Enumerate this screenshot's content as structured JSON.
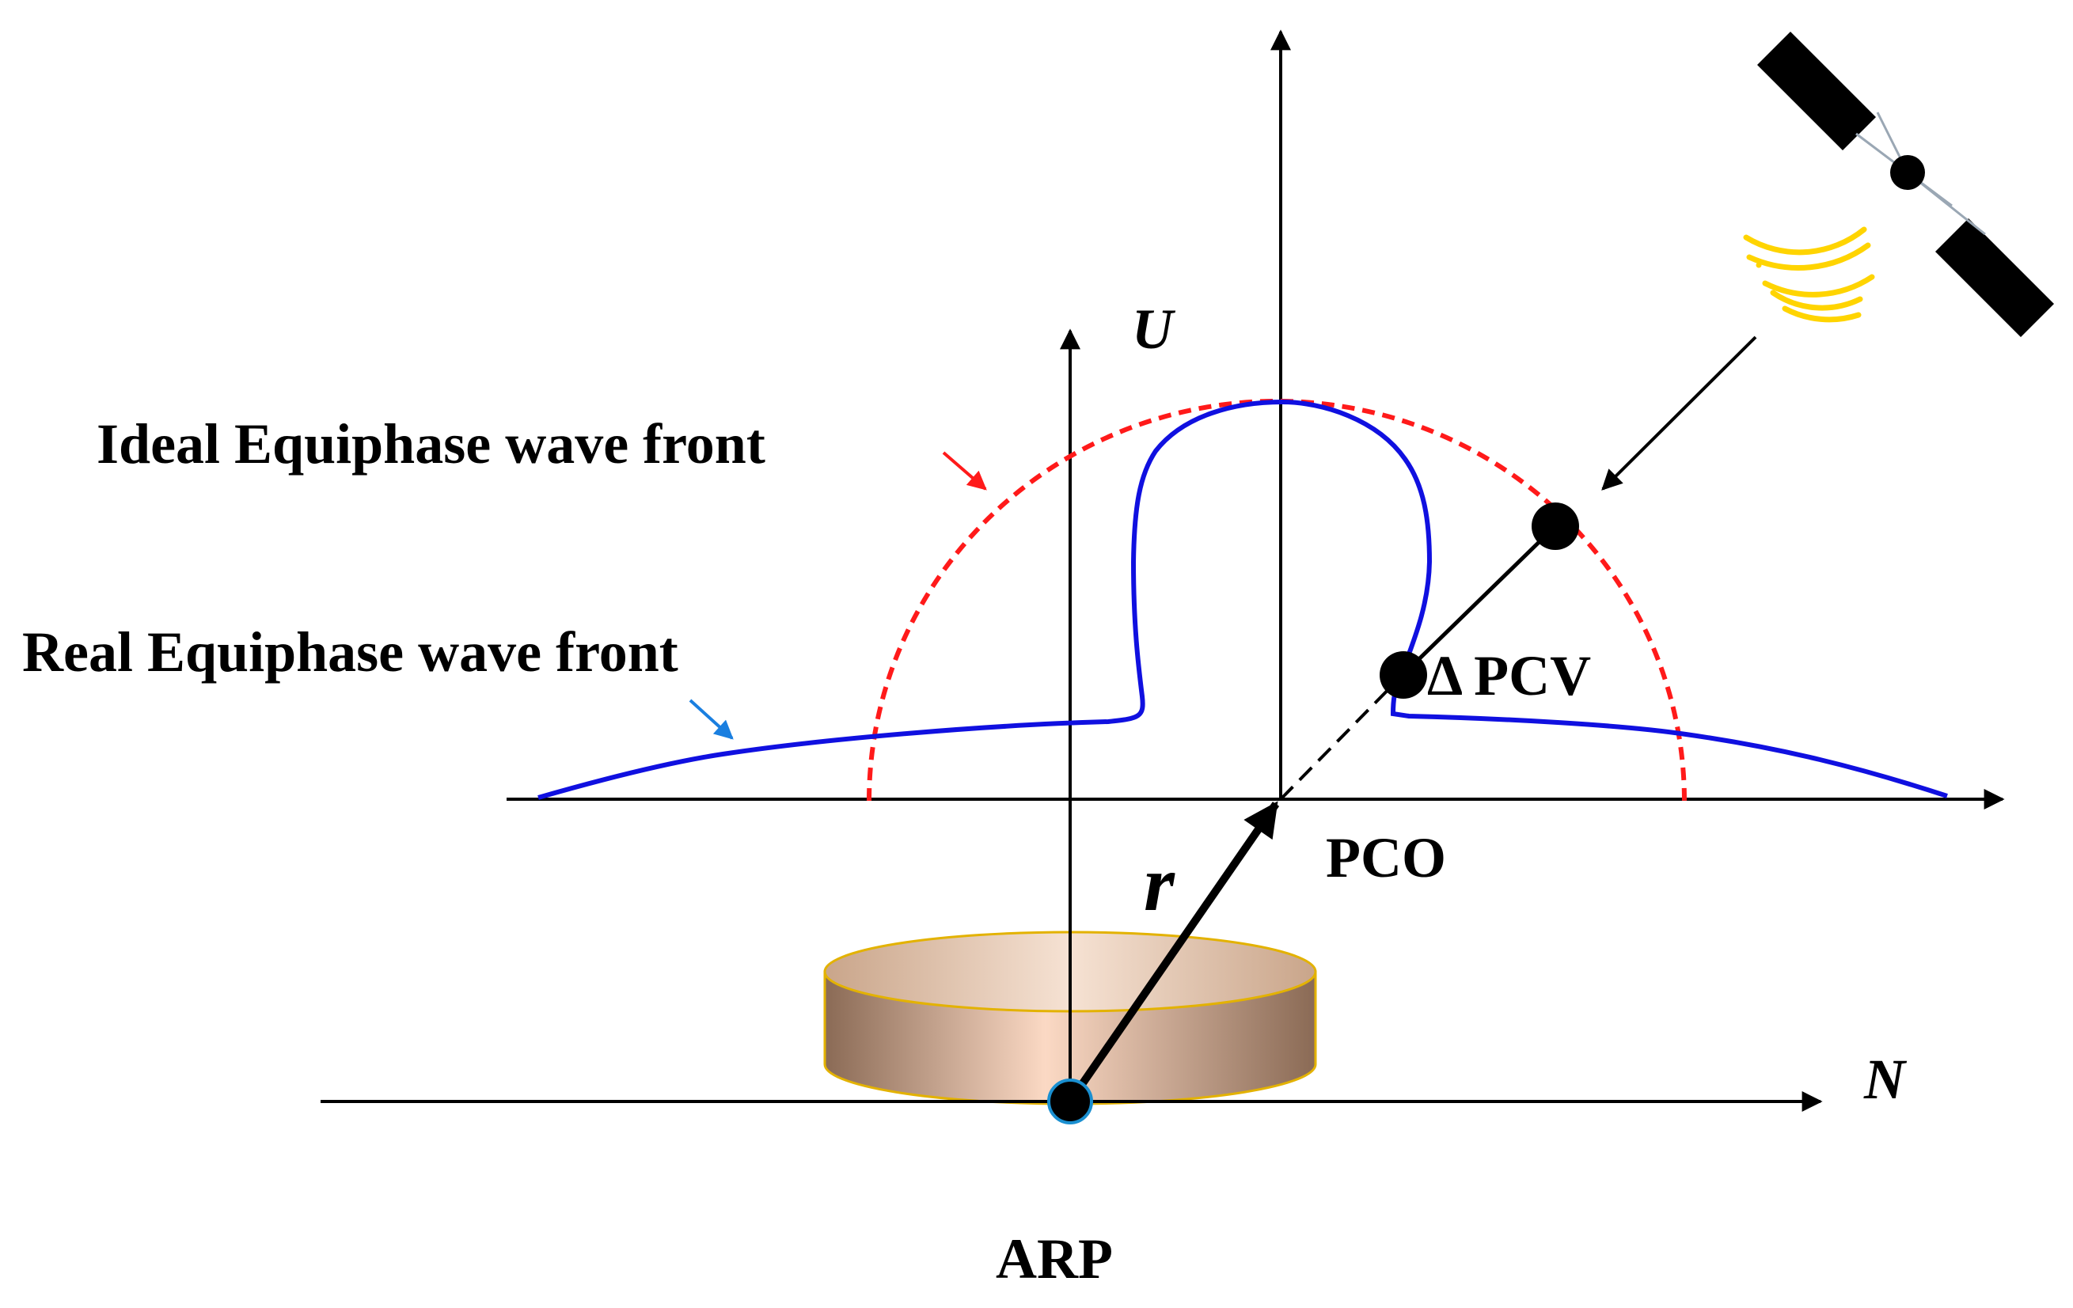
{
  "labels": {
    "ideal_front": "Ideal Equiphase wave front",
    "real_front": "Real Equiphase wave front",
    "axis_u": "U",
    "axis_n": "N",
    "vector_r": "r",
    "pco": "PCO",
    "arp": "ARP",
    "delta_pcv": "Δ PCV"
  },
  "colors": {
    "ideal_front": "#ff1a1a",
    "real_front": "#1010e0",
    "signal_waves": "#ffd400",
    "axes": "#000000",
    "antenna_body": "#c9a58a",
    "antenna_rim": "#e3b200",
    "arp_point_stroke": "#1a8fd0",
    "real_front_pointer": "#1a7fe0"
  },
  "icons": {
    "satellite": "satellite-icon",
    "antenna": "antenna-icon",
    "signal": "signal-waves-icon"
  }
}
